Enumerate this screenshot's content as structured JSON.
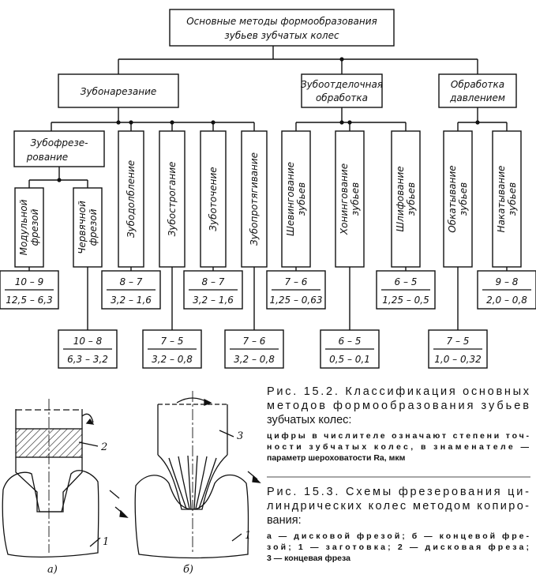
{
  "root": {
    "line1": "Основные методы формообразования",
    "line2": "зубьев зубчатых колес"
  },
  "groups": [
    {
      "id": "g1",
      "lines": [
        "Зубонарезание"
      ]
    },
    {
      "id": "g2",
      "lines": [
        "Зубоотделочная",
        "обработка"
      ]
    },
    {
      "id": "g3",
      "lines": [
        "Обработка",
        "давлением"
      ]
    }
  ],
  "sub": {
    "lines": [
      "Зубофрезе-",
      "рование"
    ]
  },
  "methods": [
    {
      "lines": [
        "Модульной",
        "фрезой"
      ],
      "num": "10 – 9",
      "den": "12,5 – 6,3"
    },
    {
      "lines": [
        "Червячной",
        "фрезой"
      ],
      "num": "10 – 8",
      "den": "6,3 – 3,2"
    },
    {
      "lines": [
        "Зубодолбление"
      ],
      "num": "8 – 7",
      "den": "3,2 – 1,6"
    },
    {
      "lines": [
        "Зубострогание"
      ],
      "num": "7 – 5",
      "den": "3,2 – 0,8"
    },
    {
      "lines": [
        "Зуботочение"
      ],
      "num": "8 – 7",
      "den": "3,2 – 1,6"
    },
    {
      "lines": [
        "Зубопротягивание"
      ],
      "num": "7 – 6",
      "den": "3,2 – 0,8"
    },
    {
      "lines": [
        "Шевингование",
        "зубьев"
      ],
      "num": "7 – 6",
      "den": "1,25 – 0,63"
    },
    {
      "lines": [
        "Хонингование",
        "зубьев"
      ],
      "num": "6 – 5",
      "den": "0,5 – 0,1"
    },
    {
      "lines": [
        "Шлифование",
        "зубьев"
      ],
      "num": "6 – 5",
      "den": "1,25 – 0,5"
    },
    {
      "lines": [
        "Обкатывание",
        "зубьев"
      ],
      "num": "7 – 5",
      "den": "1,0 – 0,32"
    },
    {
      "lines": [
        "Накатывание",
        "зубьев"
      ],
      "num": "9 – 8",
      "den": "2,0 – 0,8"
    }
  ],
  "captions": {
    "fig152": {
      "title_lines": [
        "Рис. 15.2. Классификация основных",
        "методов формообразования зубьев",
        "зубчатых колес:"
      ],
      "note_lines": [
        "цифры в числителе означают степени точ-",
        "ности зубчатых колес, в знаменателе —",
        "параметр шероховатости Ra, мкм"
      ]
    },
    "fig153": {
      "title_lines": [
        "Рис. 15.3. Схемы фрезерования ци-",
        "линдрических колес методом копиро-",
        "вания:"
      ],
      "note_lines": [
        "а — дисковой фрезой; б — концевой фре-",
        "зой; 1 — заготовка; 2 — дисковая фреза;",
        "3 — концевая фреза"
      ]
    }
  },
  "figure_labels": {
    "a": "а)",
    "b": "б)",
    "n1a": "1",
    "n2": "2",
    "n3": "3",
    "n1b": "1"
  }
}
